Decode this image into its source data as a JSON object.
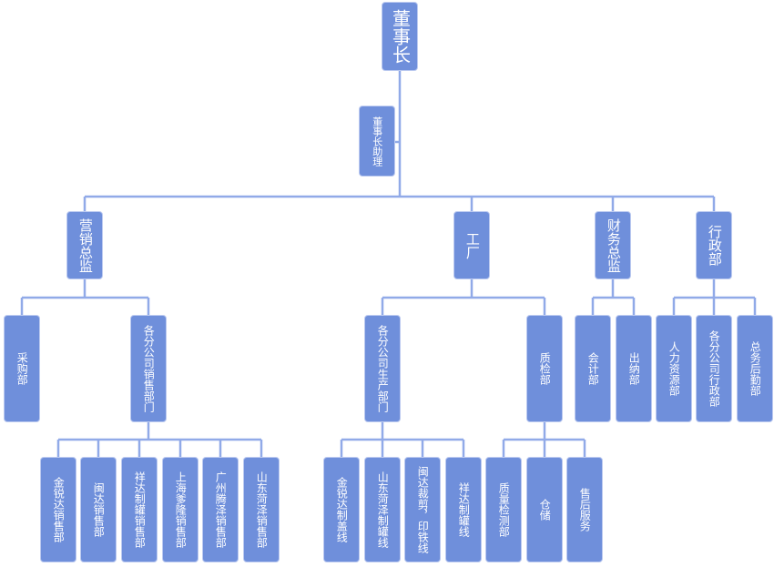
{
  "chairman": "董事长",
  "assistant": "董事长助理",
  "directors": {
    "marketing": "营销总监",
    "factory": "工厂",
    "finance": "财务总监",
    "admin": "行政部"
  },
  "marketing": {
    "purchasing": "采购部",
    "branch_sales": "各分公司销售部门"
  },
  "sales_branches": [
    "金锐达销售部",
    "闽达销售部",
    "祥达制罐销售部",
    "上海爹隆销售部",
    "广州腾泽销售部",
    "山东菏泽销售部"
  ],
  "factory": {
    "branch_production": "各分公司生产部门",
    "quality_inspection": "质检部"
  },
  "production_lines": [
    "金锐达制盖线",
    "山东菏泽制罐线",
    "闽达裁剪，印铁线",
    "祥达制罐线"
  ],
  "quality_units": [
    "质量检测部",
    "仓储",
    "售后服务"
  ],
  "finance": [
    "会计部",
    "出纳部"
  ],
  "admin": [
    "人力资源部",
    "各分公司行政部",
    "总务后勤部"
  ],
  "colors": {
    "box": "#6f8fdb",
    "box_border": "#bccaf0",
    "connector": "#91aae8",
    "text": "#ffffff"
  }
}
